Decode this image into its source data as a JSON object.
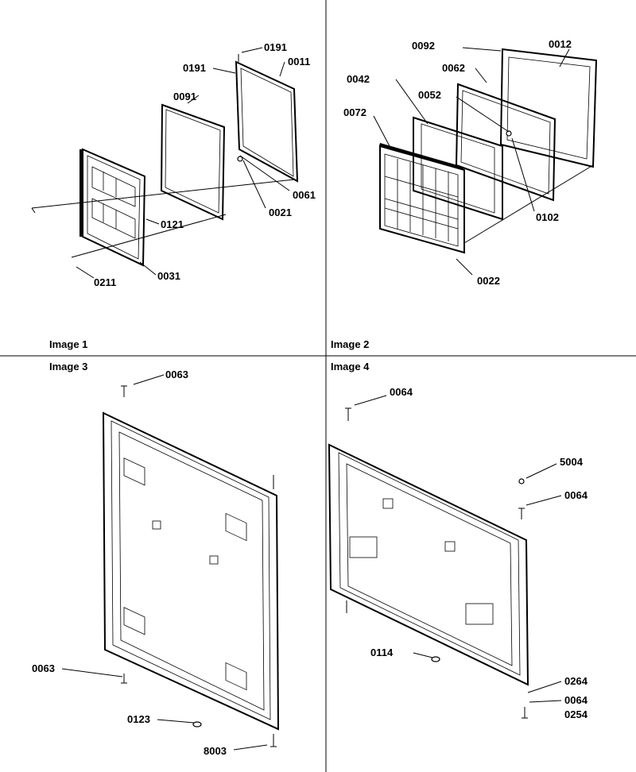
{
  "panels": [
    {
      "caption": "Image 1",
      "parts": [
        "0191",
        "0011",
        "0191",
        "0091",
        "0061",
        "0021",
        "0121",
        "0031",
        "0211"
      ]
    },
    {
      "caption": "Image 2",
      "parts": [
        "0092",
        "0012",
        "0062",
        "0042",
        "0052",
        "0072",
        "0102",
        "0022"
      ]
    },
    {
      "caption": "Image 3",
      "parts": [
        "0063",
        "0063",
        "0123",
        "8003"
      ]
    },
    {
      "caption": "Image 4",
      "parts": [
        "0064",
        "5004",
        "0064",
        "0114",
        "0264",
        "0064",
        "0254"
      ]
    }
  ]
}
